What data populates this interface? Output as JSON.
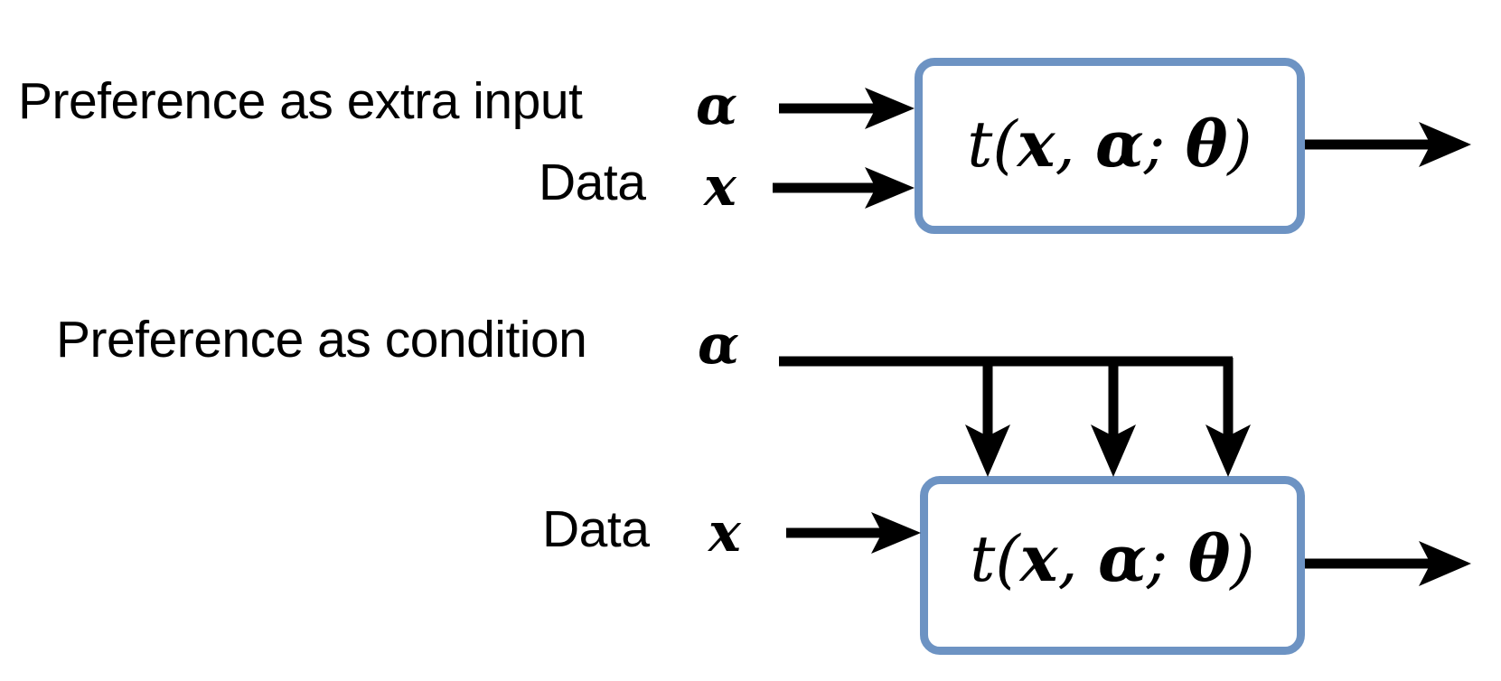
{
  "figure": {
    "background_color": "#ffffff",
    "box_stroke_color": "#6d93c3",
    "arrow_color": "#000000"
  },
  "rows": [
    {
      "id": "preference-as-extra-input",
      "labels": [
        {
          "name": "preference-extra-input-label",
          "text": "Preference as extra input"
        },
        {
          "name": "data-label-top",
          "text": "Data"
        }
      ],
      "symbols": [
        {
          "name": "alpha-symbol-top",
          "text": "α"
        },
        {
          "name": "x-symbol-top",
          "text": "x"
        }
      ],
      "box": {
        "name": "transform-box-top",
        "formula_prefix": "t(",
        "formula_x": "x",
        "formula_comma": ", ",
        "formula_alpha": "α",
        "formula_semicolon": "; ",
        "formula_theta": "θ",
        "formula_suffix": ")",
        "formula_plain": "t(x, α; θ)"
      },
      "arrows": [
        {
          "name": "alpha-input-arrow-top",
          "kind": "arrow-right"
        },
        {
          "name": "data-input-arrow-top",
          "kind": "arrow-right"
        },
        {
          "name": "output-arrow-top",
          "kind": "arrow-right"
        }
      ]
    },
    {
      "id": "preference-as-condition",
      "labels": [
        {
          "name": "preference-condition-label",
          "text": "Preference as condition"
        },
        {
          "name": "data-label-bottom",
          "text": "Data"
        }
      ],
      "symbols": [
        {
          "name": "alpha-symbol-bottom",
          "text": "α"
        },
        {
          "name": "x-symbol-bottom",
          "text": "x"
        }
      ],
      "box": {
        "name": "transform-box-bottom",
        "formula_prefix": "t(",
        "formula_x": "x",
        "formula_comma": ", ",
        "formula_alpha": "α",
        "formula_semicolon": "; ",
        "formula_theta": "θ",
        "formula_suffix": ")",
        "formula_plain": "t(x, α; θ)"
      },
      "arrows": [
        {
          "name": "condition-bus-line",
          "kind": "bus-horizontal"
        },
        {
          "name": "condition-drop-arrow-1",
          "kind": "arrow-down"
        },
        {
          "name": "condition-drop-arrow-2",
          "kind": "arrow-down"
        },
        {
          "name": "condition-drop-arrow-3",
          "kind": "arrow-down"
        },
        {
          "name": "data-input-arrow-bottom",
          "kind": "arrow-right"
        },
        {
          "name": "output-arrow-bottom",
          "kind": "arrow-right"
        }
      ]
    }
  ]
}
